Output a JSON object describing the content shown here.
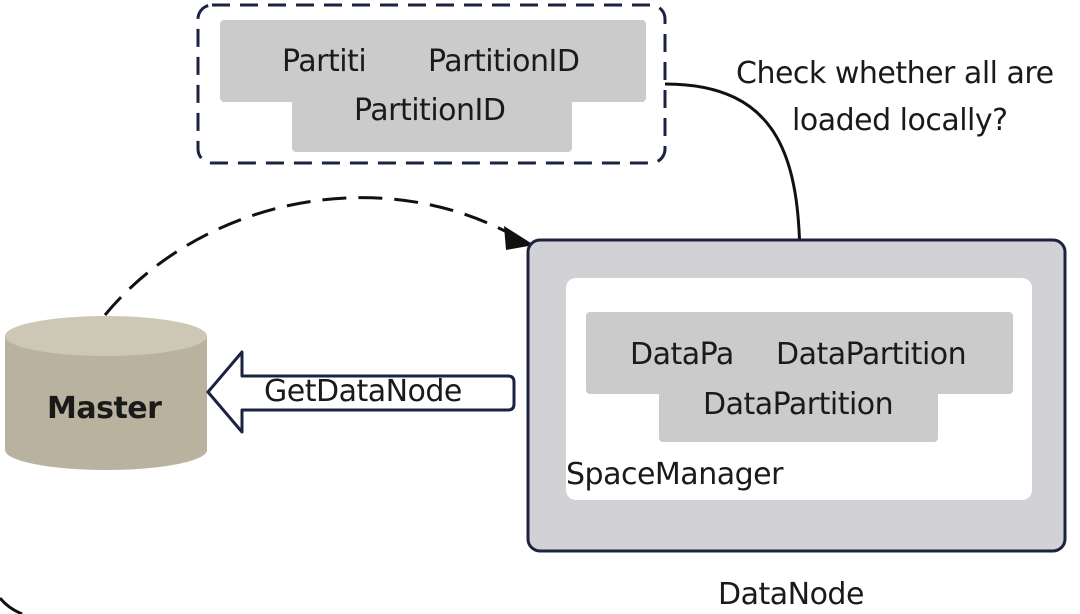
{
  "partition_box": {
    "top_left_label": "Partiti",
    "top_right_label": "PartitionID",
    "bottom_label": "PartitionID"
  },
  "question": {
    "line1": "Check whether all are",
    "line2": "loaded locally?"
  },
  "master": {
    "label": "Master"
  },
  "request_arrow": {
    "label": "GetDataNode"
  },
  "datanode": {
    "label": "DataNode",
    "space_manager_label": "SpaceManager",
    "top_left_label": "DataPa",
    "top_right_label": "DataPartition",
    "bottom_label": "DataPartition"
  },
  "colors": {
    "gray_block": "#cbcbcb",
    "outline": "#1b2340",
    "datanode_fill": "#d2d2d6",
    "master_body": "#b9b29e",
    "master_top": "#cdc7b5"
  }
}
